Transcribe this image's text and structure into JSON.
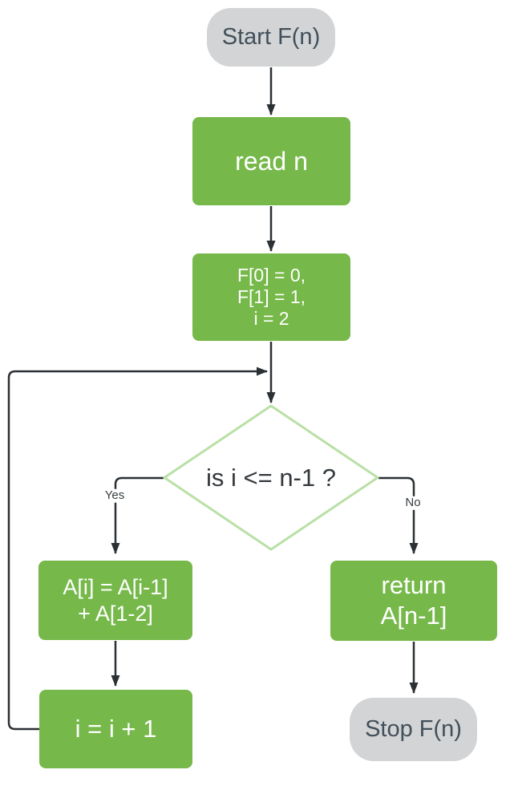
{
  "flowchart": {
    "title_semantic": "fibonacci-flowchart",
    "nodes": {
      "start": {
        "type": "terminator",
        "label": "Start F(n)"
      },
      "read_n": {
        "type": "process",
        "label": "read n"
      },
      "init": {
        "type": "process",
        "lines": [
          "F[0] = 0,",
          "F[1] = 1,",
          "i = 2"
        ]
      },
      "condition": {
        "type": "decision",
        "label": "is i <= n-1 ?"
      },
      "compute": {
        "type": "process",
        "lines": [
          "A[i] = A[i-1]",
          "+ A[1-2]"
        ]
      },
      "increment": {
        "type": "process",
        "label": "i = i + 1"
      },
      "return": {
        "type": "process",
        "lines": [
          "return",
          "A[n-1]"
        ]
      },
      "stop": {
        "type": "terminator",
        "label": "Stop F(n)"
      }
    },
    "edges": {
      "yes": {
        "label": "Yes"
      },
      "no": {
        "label": "No"
      }
    },
    "colors": {
      "process_fill": "#76b94a",
      "process_text": "#ffffff",
      "terminator_fill": "#d2d4d6",
      "terminator_text": "#42505a",
      "decision_fill": "#ffffff",
      "decision_border": "#b9e0a6",
      "decision_text": "#34393d",
      "line": "#2b3034",
      "edge_label_text": "#373e42"
    }
  }
}
